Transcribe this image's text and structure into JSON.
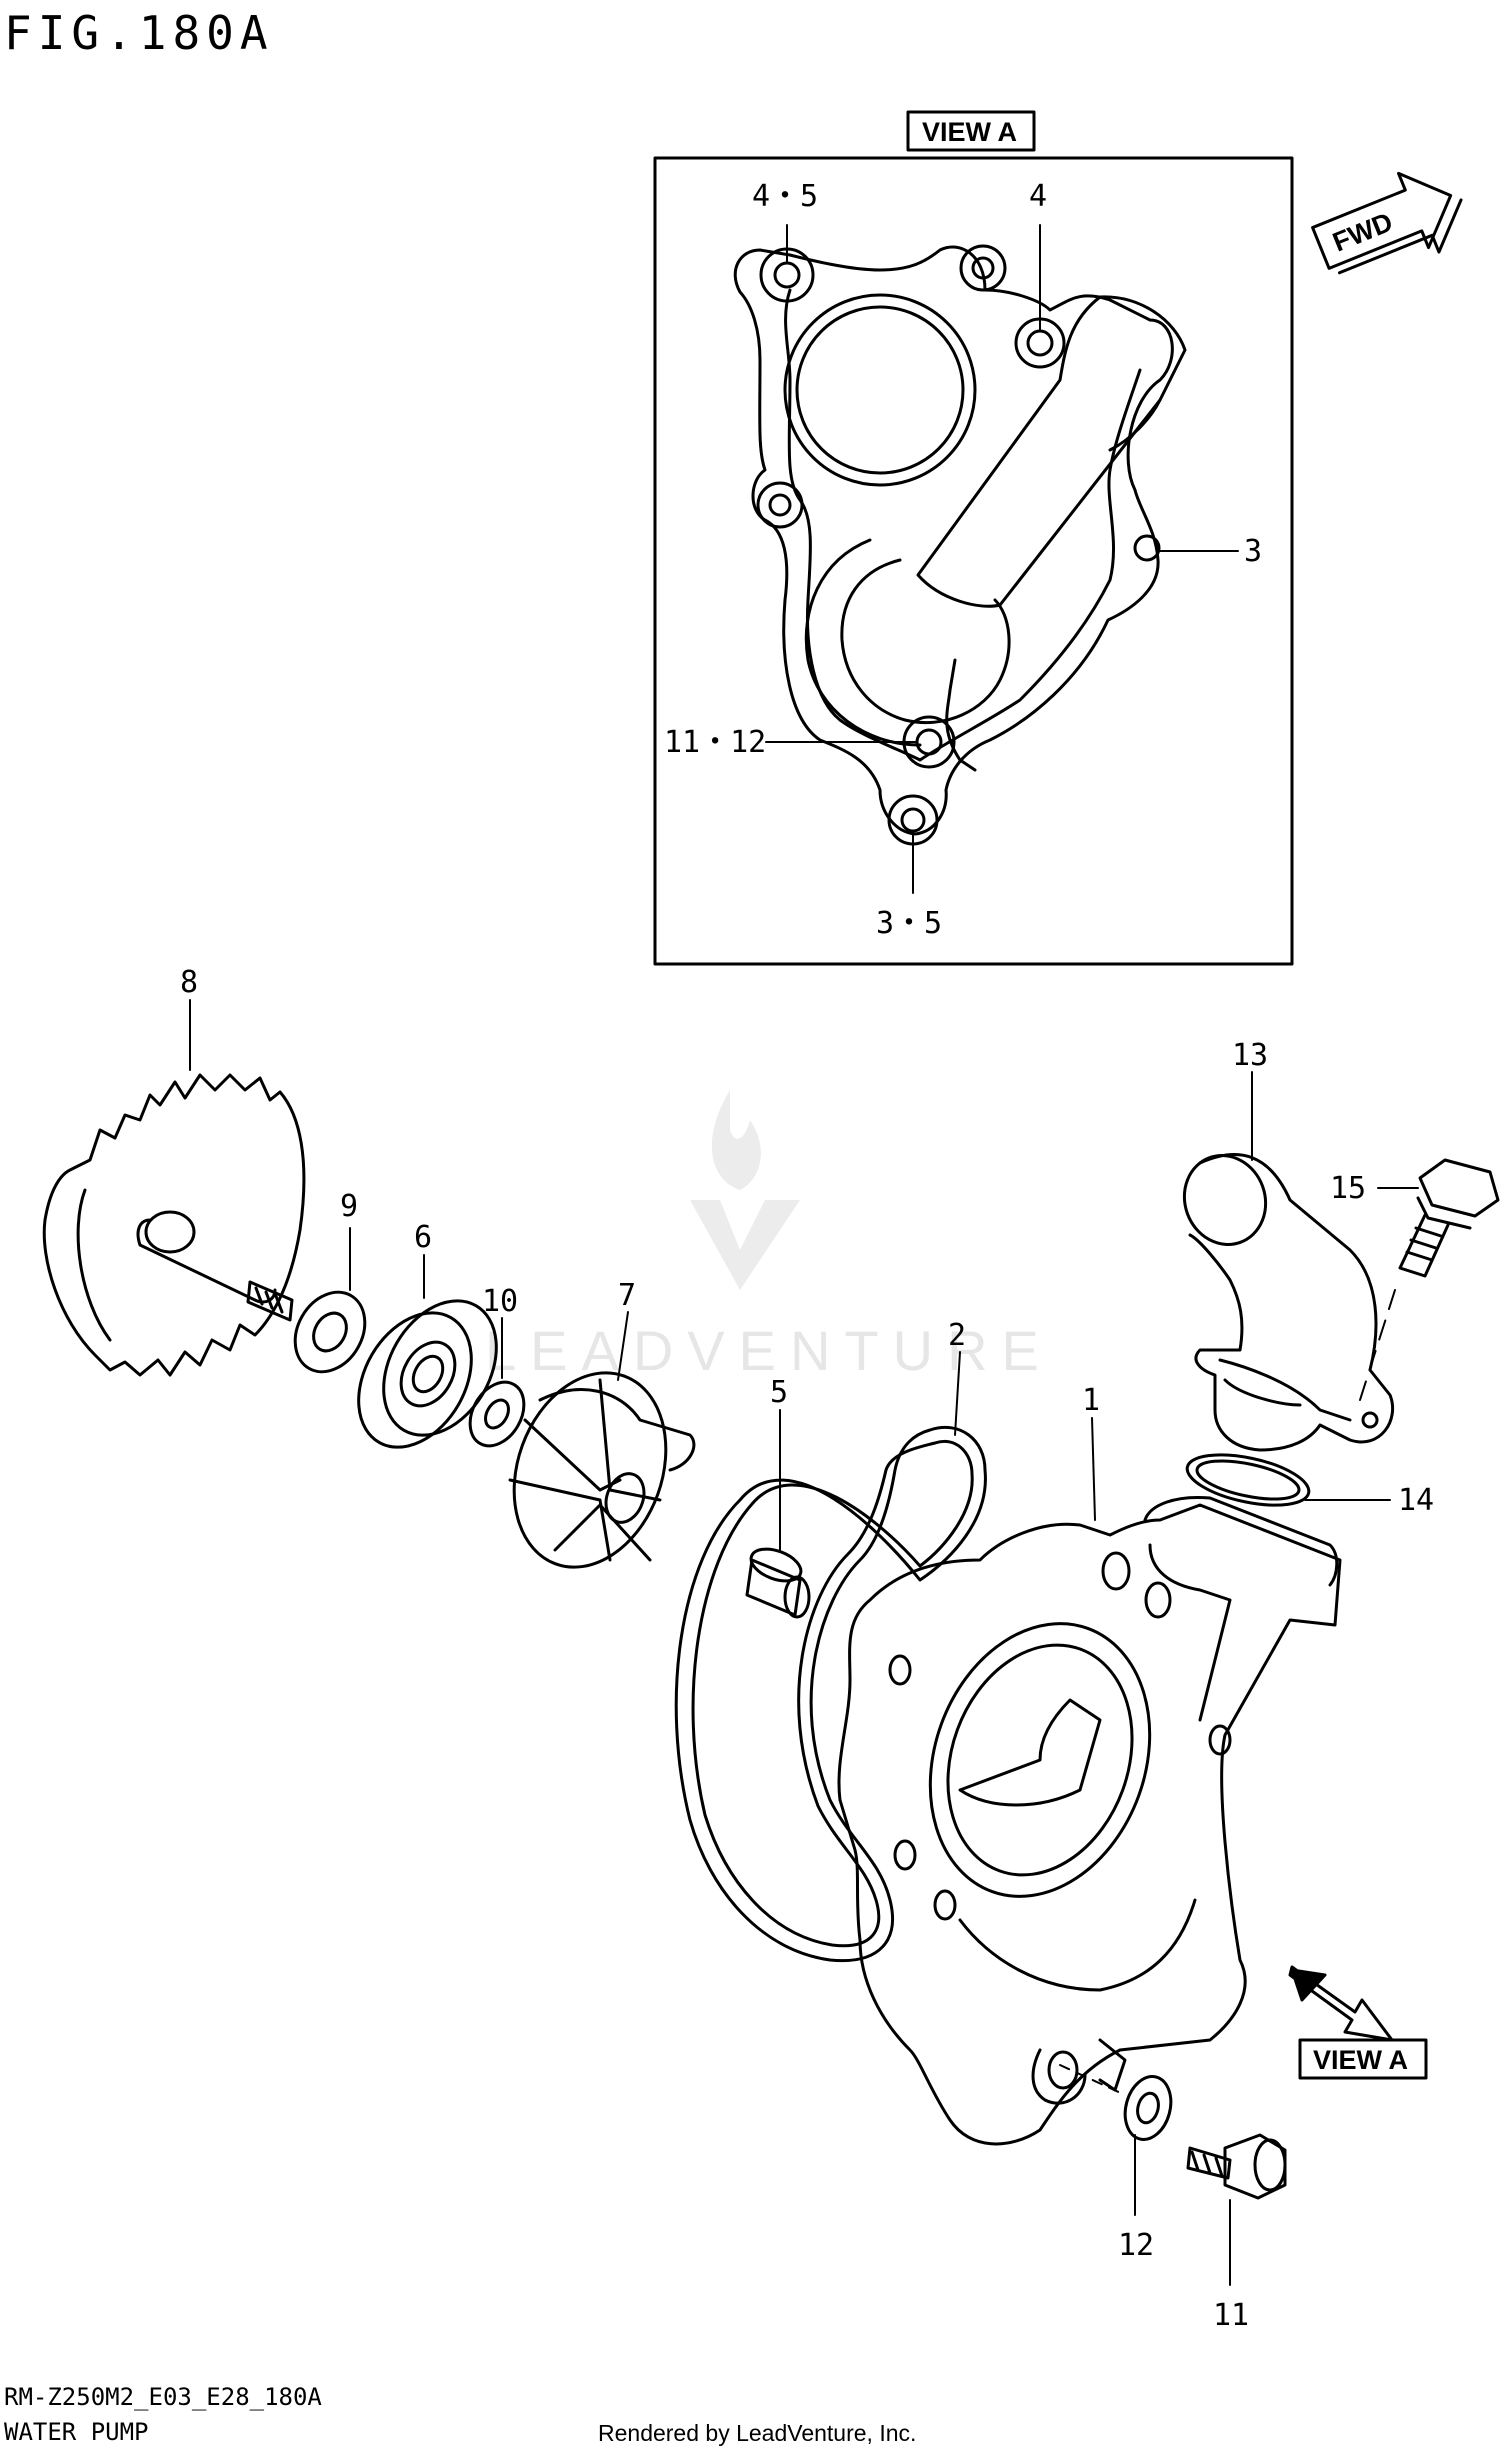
{
  "figure": {
    "title": "FIG.180A",
    "model_code": "RM-Z250M2_E03_E28_180A",
    "caption": "WATER PUMP",
    "rendered_by": "Rendered by LeadVenture, Inc."
  },
  "view_a": {
    "label": "VIEW A",
    "fwd_label": "FWD",
    "callouts": [
      "4・5",
      "4",
      "3",
      "11・12",
      "3・5"
    ]
  },
  "parts": [
    "1",
    "2",
    "3",
    "4",
    "5",
    "6",
    "7",
    "8",
    "9",
    "10",
    "11",
    "12",
    "13",
    "14",
    "15"
  ],
  "view_a_marker": "VIEW A",
  "watermark": "LEADVENTURE"
}
